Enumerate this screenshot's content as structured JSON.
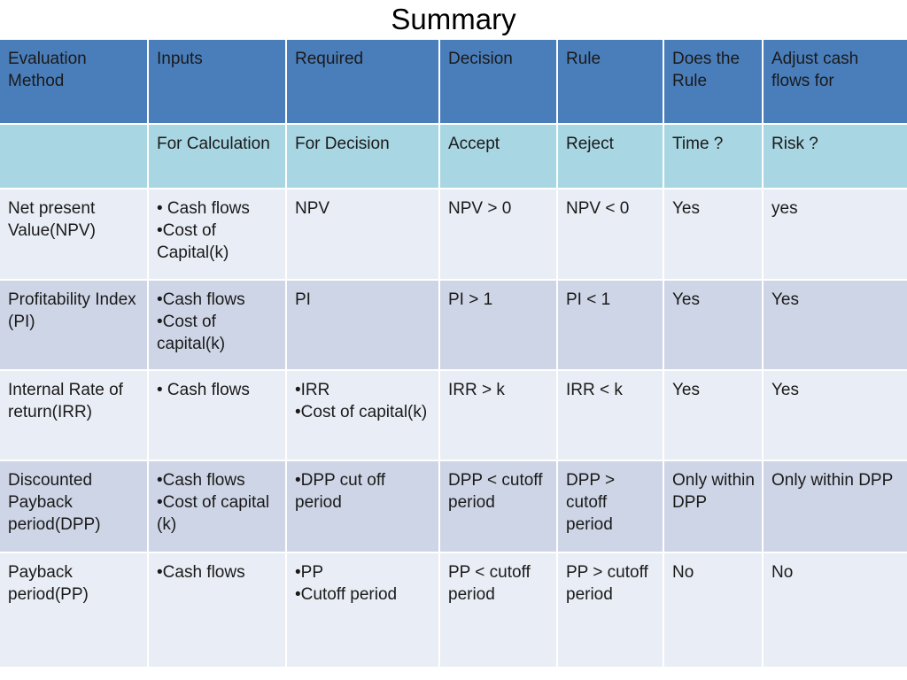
{
  "slide": {
    "title": "Summary"
  },
  "colors": {
    "header_blue": "#4a7ebb",
    "subheader_blue": "#a8d6e2",
    "row_light": "#e9edf5",
    "row_dark": "#ced5e6",
    "text": "#1a1a1a",
    "header_text": "#ffffff",
    "gridline": "#ffffff",
    "background": "#ffffff"
  },
  "table": {
    "headers": [
      "Evaluation Method",
      "Inputs",
      "Required",
      "Decision",
      "Rule",
      "Does the Rule",
      "Adjust cash flows for"
    ],
    "subheaders": [
      "",
      "For Calculation",
      "For Decision",
      "Accept",
      "Reject",
      "Time ?",
      "Risk ?"
    ],
    "rows": [
      {
        "method": "Net present Value(NPV)",
        "inputs": "• Cash flows\n•Cost of Capital(k)",
        "required": "NPV",
        "decision": "NPV > 0",
        "rule": "NPV < 0",
        "time": "Yes",
        "risk": "yes"
      },
      {
        "method": "Profitability Index (PI)",
        "inputs": "•Cash flows\n•Cost of capital(k)",
        "required": "PI",
        "decision": "PI > 1",
        "rule": "PI < 1",
        "time": "Yes",
        "risk": "Yes"
      },
      {
        "method": "Internal Rate of return(IRR)",
        "inputs": "• Cash flows",
        "required": "•IRR\n•Cost of capital(k)",
        "decision": "IRR > k",
        "rule": "IRR < k",
        "time": "Yes",
        "risk": "Yes"
      },
      {
        "method": "Discounted Payback period(DPP)",
        "inputs": "•Cash flows\n•Cost of capital (k)",
        "required": "•DPP cut off period",
        "decision": "DPP < cutoff period",
        "rule": "DPP > cutoff period",
        "time": "Only within DPP",
        "risk": "Only within DPP"
      },
      {
        "method": "Payback period(PP)",
        "inputs": "•Cash flows",
        "required": "•PP\n•Cutoff period",
        "decision": "PP < cutoff period",
        "rule": "PP > cutoff period",
        "time": "No",
        "risk": "No"
      }
    ]
  }
}
